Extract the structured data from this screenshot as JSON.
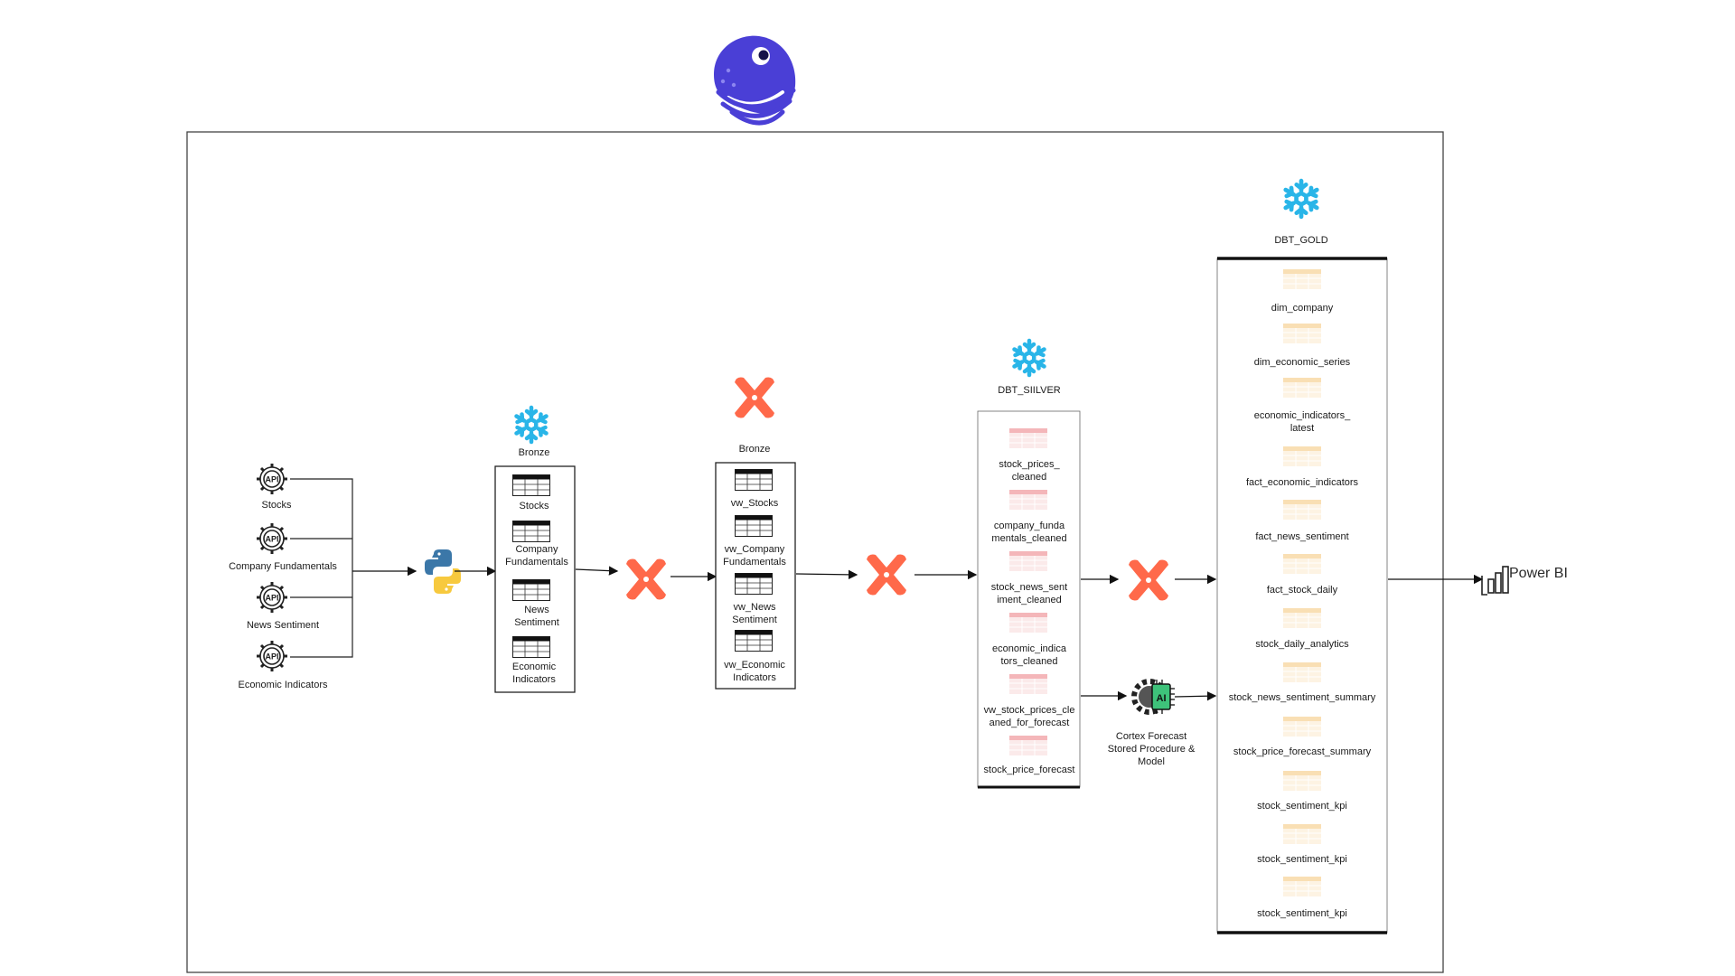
{
  "sources": {
    "items": [
      "Stocks",
      "Company Fundamentals",
      "News Sentiment",
      "Economic Indicators"
    ]
  },
  "bronze_raw": {
    "title": "Bronze",
    "tables": [
      "Stocks",
      "Company\nFundamentals",
      "News\nSentiment",
      "Economic\nIndicators"
    ]
  },
  "bronze_views": {
    "title": "Bronze",
    "tables": [
      "vw_Stocks",
      "vw_Company\nFundamentals",
      "vw_News\nSentiment",
      "vw_Economic\nIndicators"
    ]
  },
  "silver": {
    "title": "DBT_SIILVER",
    "tables": [
      "stock_prices_\ncleaned",
      "company_funda\nmentals_cleaned",
      "stock_news_sent\niment_cleaned",
      "economic_indica\ntors_cleaned",
      "vw_stock_prices_cle\naned_for_forecast",
      "stock_price_forecast"
    ]
  },
  "cortex": {
    "label": "Cortex Forecast\nStored Procedure &\nModel",
    "icon_text": "AI"
  },
  "gold": {
    "title": "DBT_GOLD",
    "tables": [
      "dim_company",
      "dim_economic_series",
      "economic_indicators_\nlatest",
      "fact_economic_indicators",
      "fact_news_sentiment",
      "fact_stock_daily",
      "stock_daily_analytics",
      "stock_news_sentiment_summary",
      "stock_price_forecast_summary",
      "stock_sentiment_kpi",
      "stock_sentiment_kpi",
      "stock_sentiment_kpi"
    ]
  },
  "output": {
    "label": "Power BI"
  },
  "icons": {
    "orchestrator": "dagster-octopus-icon",
    "source": "api-gear-icon",
    "ingest": "python-icon",
    "warehouse": "snowflake-icon",
    "transform": "dbt-icon",
    "ai": "ai-chip-gear-icon",
    "bi": "power-bi-icon"
  },
  "colors": {
    "dagster": "#4a3fd6",
    "snowflake": "#29b5e8",
    "dbt": "#ff694a",
    "silver_table": "#f4b6b9",
    "gold_table": "#f9dfb4",
    "ai_chip": "#3ec27a"
  }
}
